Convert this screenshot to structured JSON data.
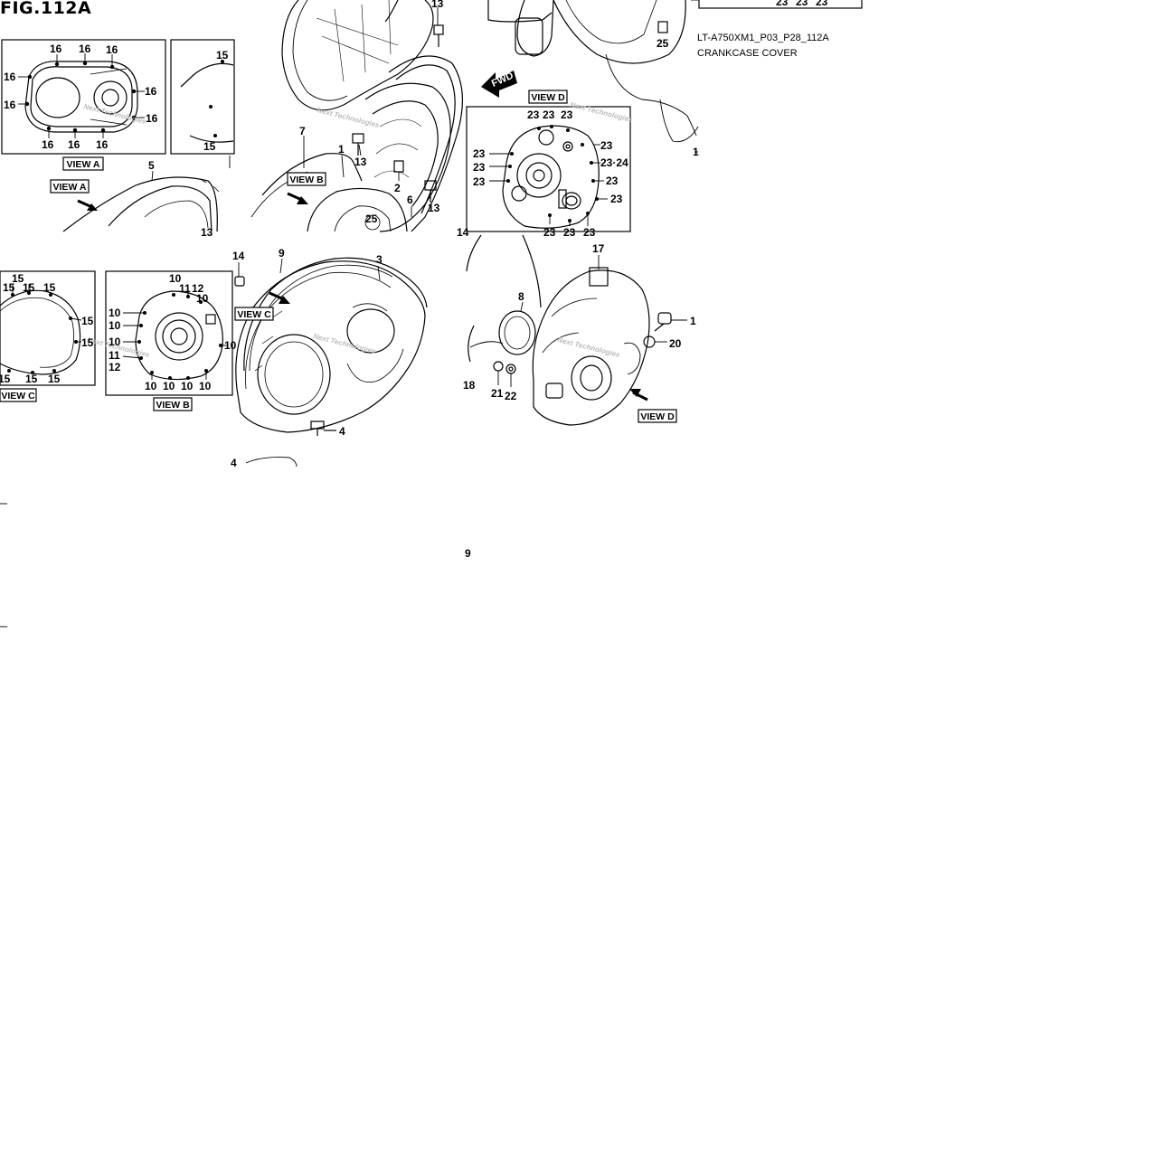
{
  "figure": {
    "title": "FIG.112A",
    "code": "LT-A750XM1_P03_P28_112A",
    "name": "CRANKCASE COVER"
  },
  "views": {
    "view_a": "VIEW A",
    "view_b": "VIEW B",
    "view_c": "VIEW C",
    "view_d": "VIEW D"
  },
  "direction": "FWD",
  "watermark": "Next Technologies",
  "callouts": {
    "c1": "1",
    "c2": "2",
    "c3": "3",
    "c4": "4",
    "c5": "5",
    "c6": "6",
    "c7": "7",
    "c8": "8",
    "c9": "9",
    "c13": "13",
    "c14": "14",
    "c17": "17",
    "c18": "18",
    "c20": "20",
    "c21": "21",
    "c22": "22",
    "c25": "25",
    "c23_24": "23·24",
    "n10": "10",
    "n11": "11",
    "n12": "12",
    "n15": "15",
    "n16": "16",
    "n23": "23"
  }
}
